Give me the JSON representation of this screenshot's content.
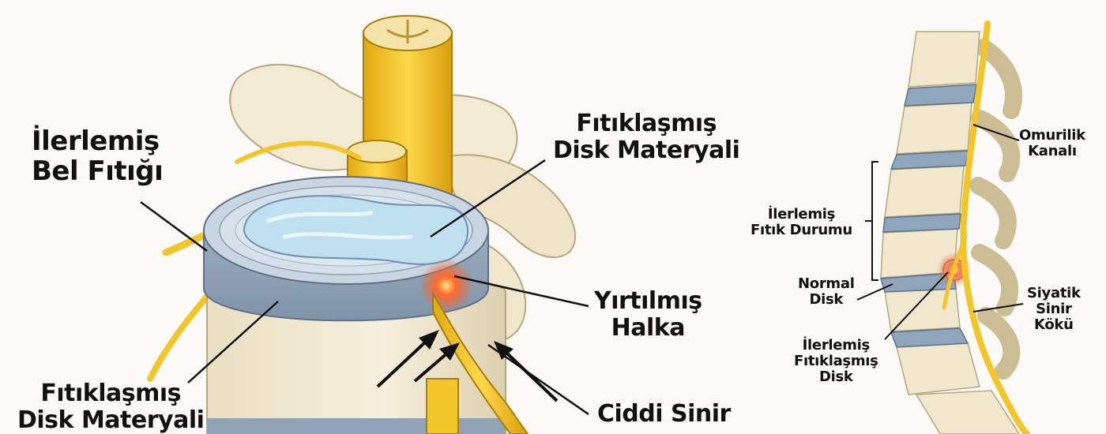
{
  "main_diagram": {
    "title": [
      "İlerlemiş",
      "Bel Fıtığı"
    ],
    "labels": {
      "herniated_top": [
        "Fıtıklaşmış",
        "Disk Materyali"
      ],
      "herniated_bottom": [
        "Fıtıklaşmış",
        "Disk Materyali"
      ],
      "torn_annulus": [
        "Yırtılmış",
        "Halka"
      ],
      "nerve": [
        "Ciddi Sinir"
      ]
    }
  },
  "side_diagram": {
    "labels": {
      "spinal_canal": [
        "Omurilik",
        "Kanalı"
      ],
      "advanced_condition": [
        "İlerlemiş",
        "Fıtık Durumu"
      ],
      "normal_disc": [
        "Normal",
        "Disk"
      ],
      "sciatic_root": [
        "Siyatik",
        "Sinir",
        "Kökü"
      ],
      "advanced_herniated_disc": [
        "İlerlemiş",
        "Fıtıklaşmış",
        "Disk"
      ]
    }
  },
  "colors": {
    "bone": "#f3ead3",
    "bone_shadow": "#d9c9a3",
    "nerve": "#f2c62a",
    "disc_ring": "#9fb0c2",
    "nucleus": "#bfe0ef",
    "inflammation": "#f04a1c",
    "line": "#111111"
  }
}
